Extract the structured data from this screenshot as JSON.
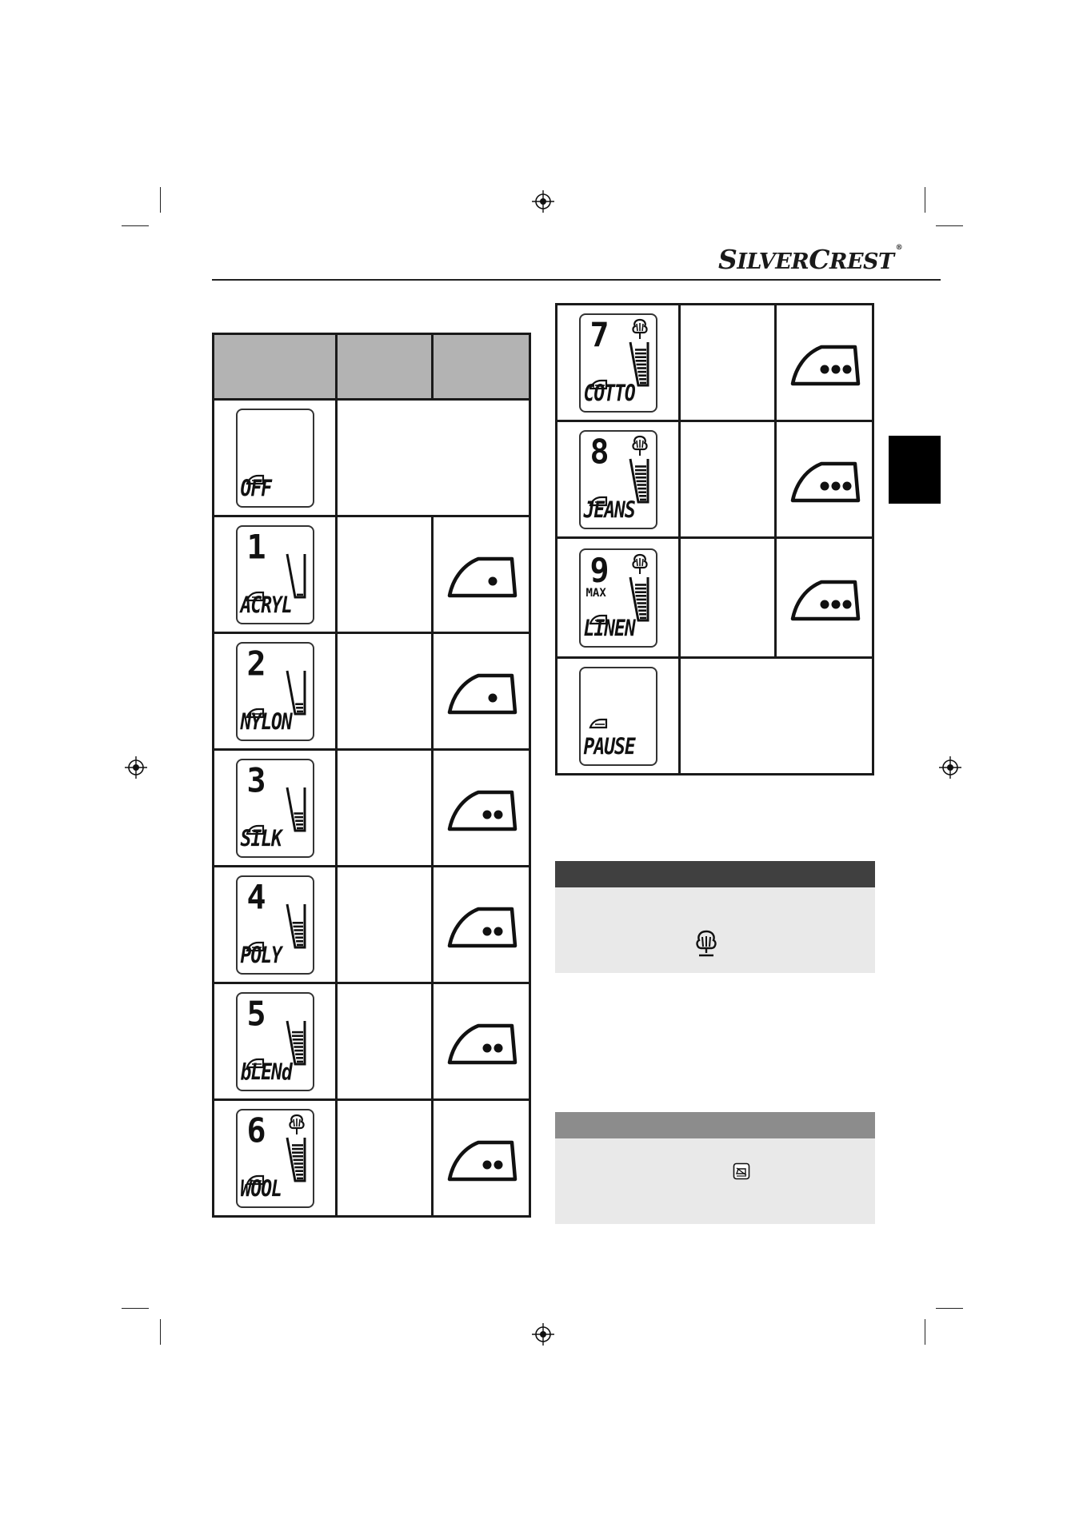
{
  "brand": {
    "silver_s": "S",
    "silver_rest": "ILVER",
    "crest_c": "C",
    "crest_rest": "REST",
    "mark": "®"
  },
  "left_table": {
    "rows": [
      {
        "number": "",
        "word": "OFF",
        "has_wedge": false,
        "steam": false,
        "iron_dots": 0
      },
      {
        "number": "1",
        "word": "ACRYL",
        "has_wedge": true,
        "steam": false,
        "iron_dots": 1
      },
      {
        "number": "2",
        "word": "NYLON",
        "has_wedge": true,
        "steam": false,
        "iron_dots": 1
      },
      {
        "number": "3",
        "word": "SILK",
        "has_wedge": true,
        "steam": false,
        "iron_dots": 2
      },
      {
        "number": "4",
        "word": "POLY",
        "has_wedge": true,
        "steam": false,
        "iron_dots": 2
      },
      {
        "number": "5",
        "word": "bLENd",
        "has_wedge": true,
        "steam": false,
        "iron_dots": 2
      },
      {
        "number": "6",
        "word": "WOOL",
        "has_wedge": true,
        "steam": true,
        "iron_dots": 2
      }
    ]
  },
  "right_table": {
    "rows": [
      {
        "number": "7",
        "word": "COTTO",
        "max": "",
        "has_wedge": true,
        "steam": true,
        "iron_dots": 3
      },
      {
        "number": "8",
        "word": "JEANS",
        "max": "",
        "has_wedge": true,
        "steam": true,
        "iron_dots": 3
      },
      {
        "number": "9",
        "word": "LINEN",
        "max": "MAX",
        "has_wedge": true,
        "steam": true,
        "iron_dots": 3
      },
      {
        "number": "",
        "word": "PAUSE",
        "max": "",
        "has_wedge": false,
        "steam": false,
        "iron_dots": 0
      }
    ]
  },
  "notes": {
    "first": {
      "bar_color": "#404040",
      "body_color": "#e9e9e9",
      "icon": "steam-icon"
    },
    "second": {
      "bar_color": "#8c8c8c",
      "body_color": "#e9e9e9",
      "icon": "auto-off-icon"
    }
  },
  "colors": {
    "header_cell": "#b3b3b3",
    "language_tab": "#000000",
    "rule": "#222222"
  }
}
